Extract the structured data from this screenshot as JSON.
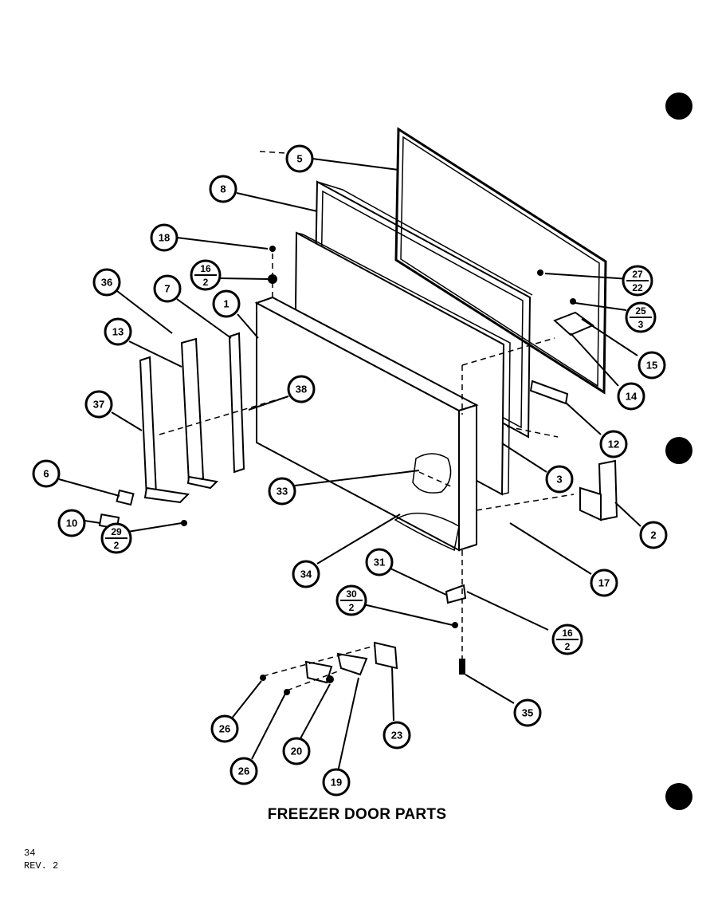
{
  "title": "FREEZER DOOR PARTS",
  "page_number": "34",
  "revision": "REV. 2",
  "callouts": {
    "c1": "1",
    "c2": "2",
    "c3": "3",
    "c5": "5",
    "c6": "6",
    "c7": "7",
    "c8": "8",
    "c10": "10",
    "c12": "12",
    "c13": "13",
    "c14": "14",
    "c15": "15",
    "c17": "17",
    "c18": "18",
    "c19": "19",
    "c20": "20",
    "c23": "23",
    "c26a": "26",
    "c26b": "26",
    "c31": "31",
    "c33": "33",
    "c34": "34",
    "c35": "35",
    "c36": "36",
    "c37": "37",
    "c38": "38"
  },
  "fractions": {
    "f16_2_top": {
      "num": "16",
      "den": "2"
    },
    "f27_22": {
      "num": "27",
      "den": "22"
    },
    "f25_3": {
      "num": "25",
      "den": "3"
    },
    "f29_2": {
      "num": "29",
      "den": "2"
    },
    "f30_2": {
      "num": "30",
      "den": "2"
    },
    "f16_2_bottom": {
      "num": "16",
      "den": "2"
    }
  },
  "colors": {
    "ink": "#000000",
    "paper": "#ffffff"
  }
}
